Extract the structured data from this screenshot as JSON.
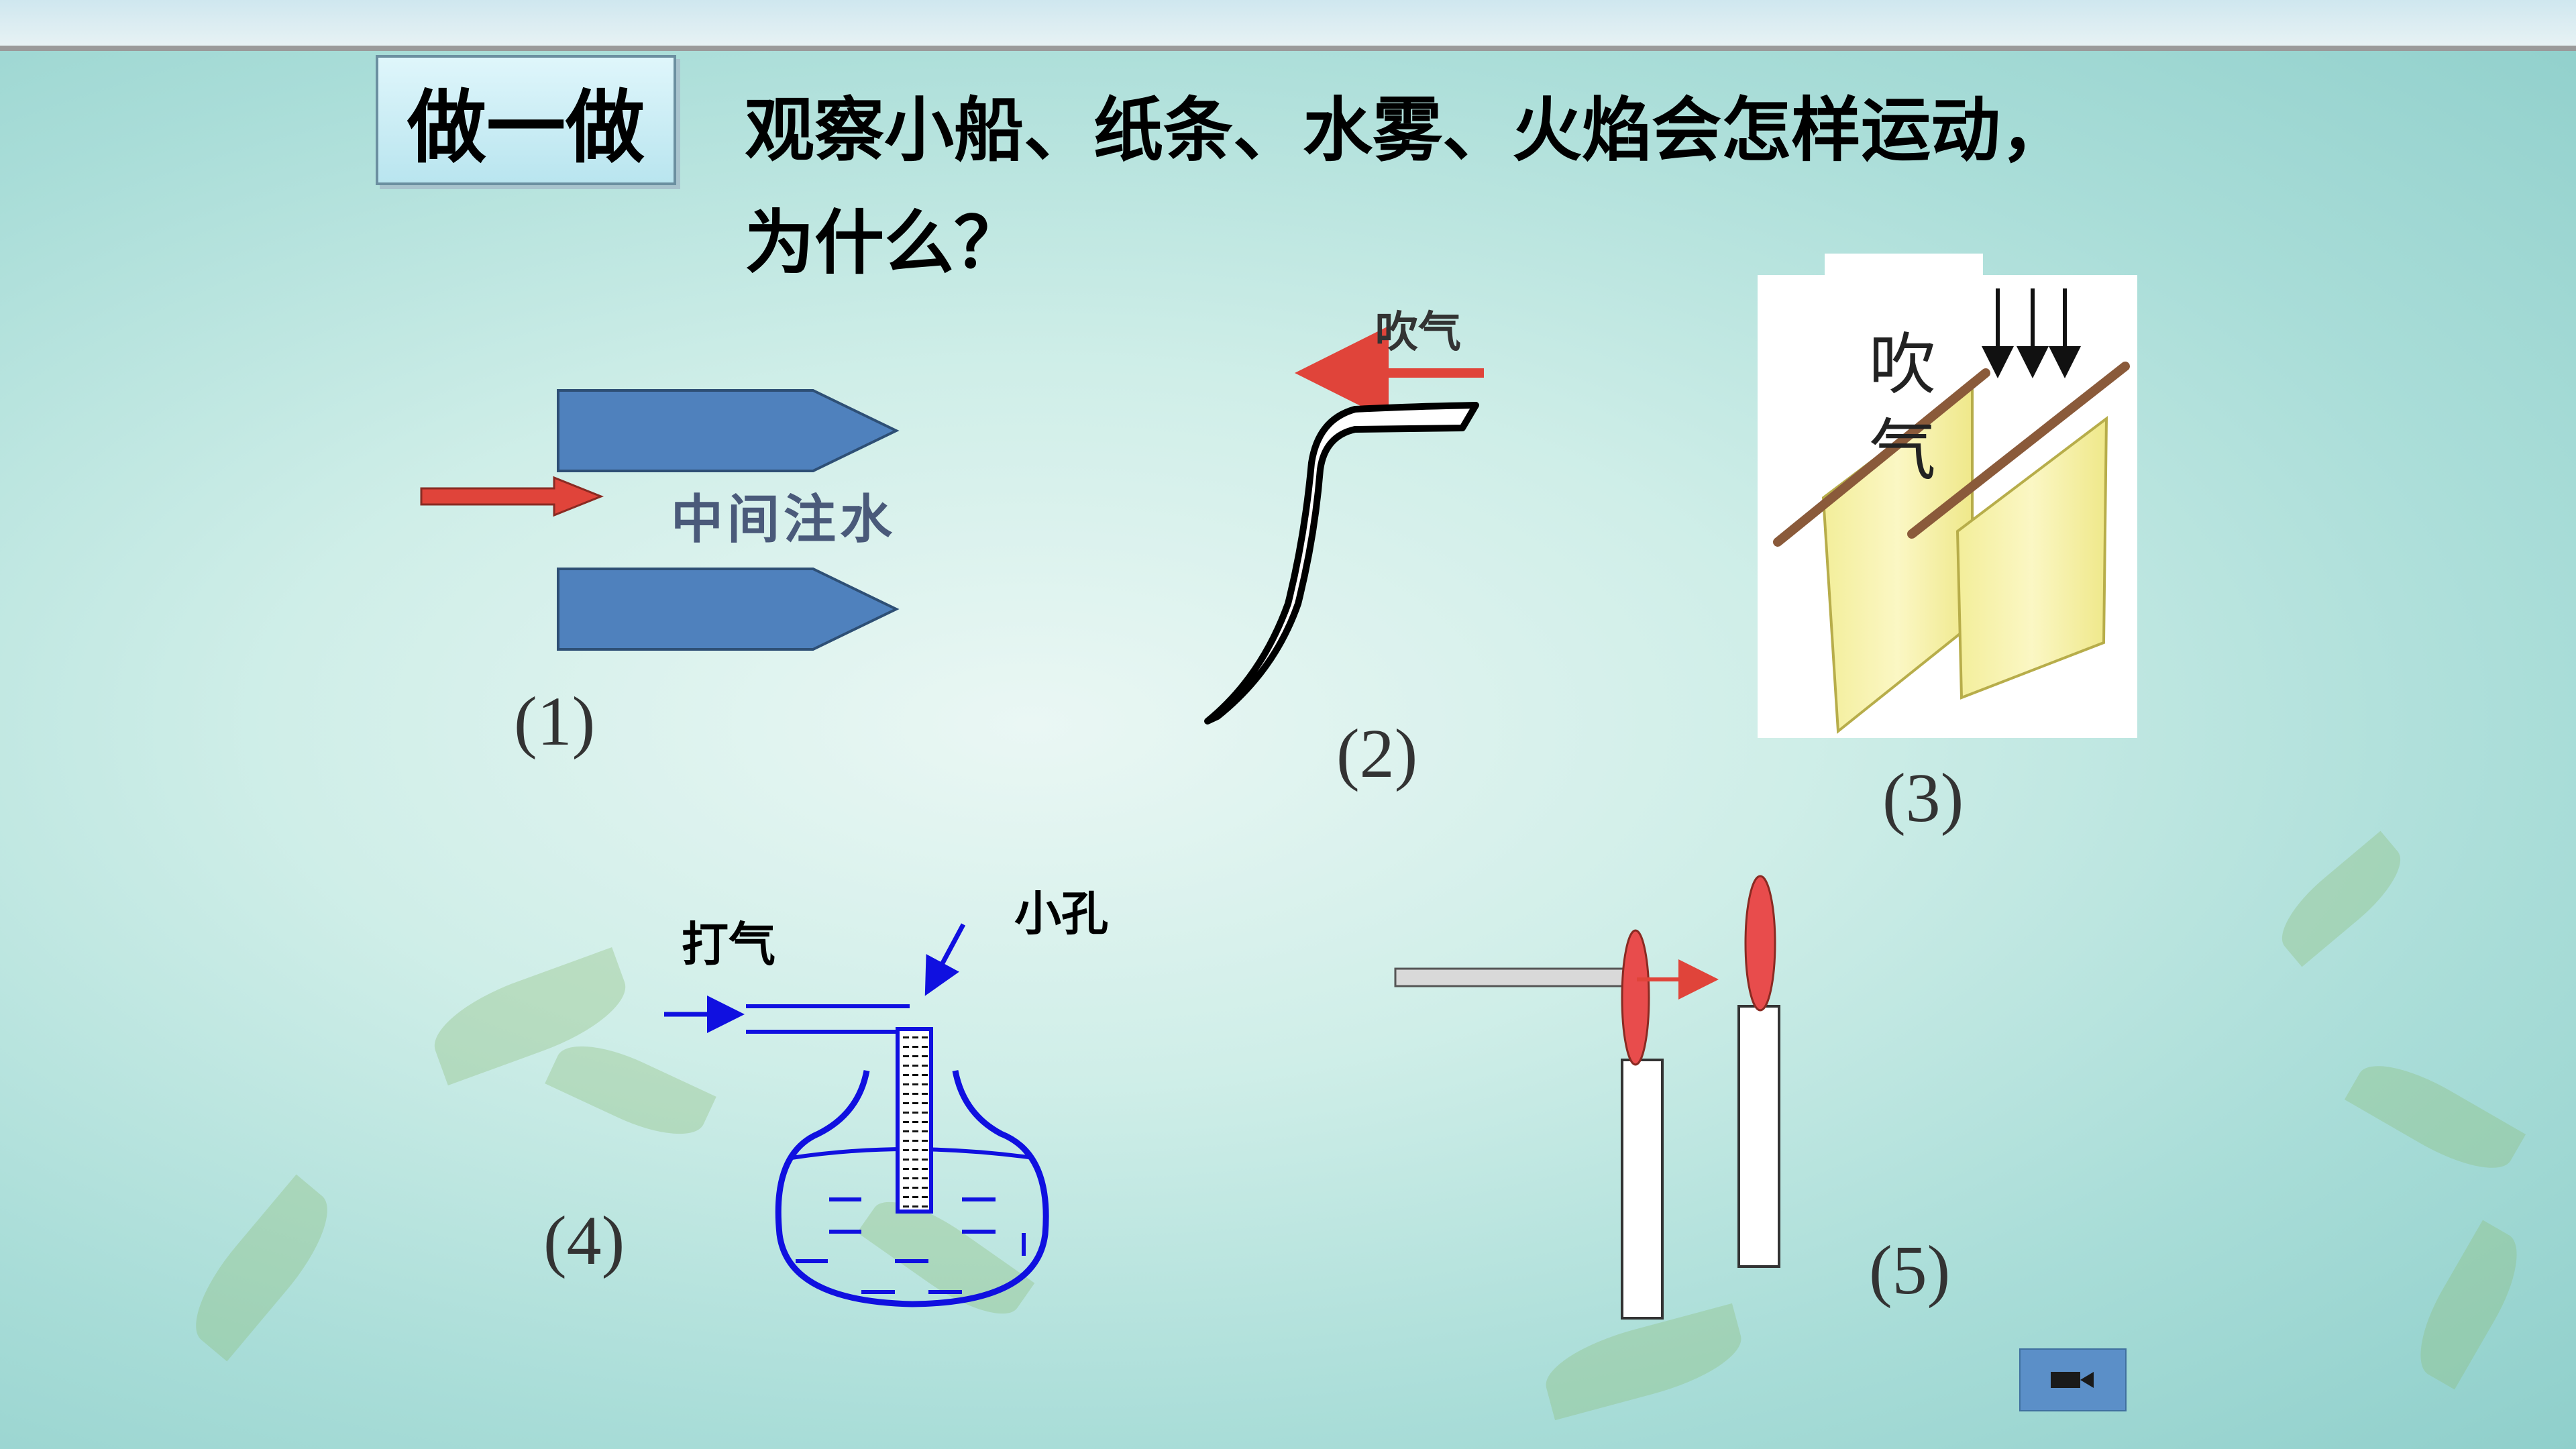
{
  "title": "做一做",
  "question": "观察小船、纸条、水雾、火焰会怎样运动，\n为什么？",
  "captions": [
    "(1)",
    "(2)",
    "(3)",
    "(4)",
    "(5)"
  ],
  "fig1": {
    "label": "中间注水"
  },
  "fig2": {
    "label": "吹气"
  },
  "fig3": {
    "label": "吹\n气"
  },
  "fig4": {
    "label_pump": "打气",
    "label_hole": "小孔"
  },
  "colors": {
    "boat": "#4f81bd",
    "arrow": "#e0443a",
    "flame": "#e84c4c",
    "water": "#1010e0",
    "paper": "#f8f4a8"
  },
  "video_button": {
    "icon": "video-camera-icon"
  }
}
